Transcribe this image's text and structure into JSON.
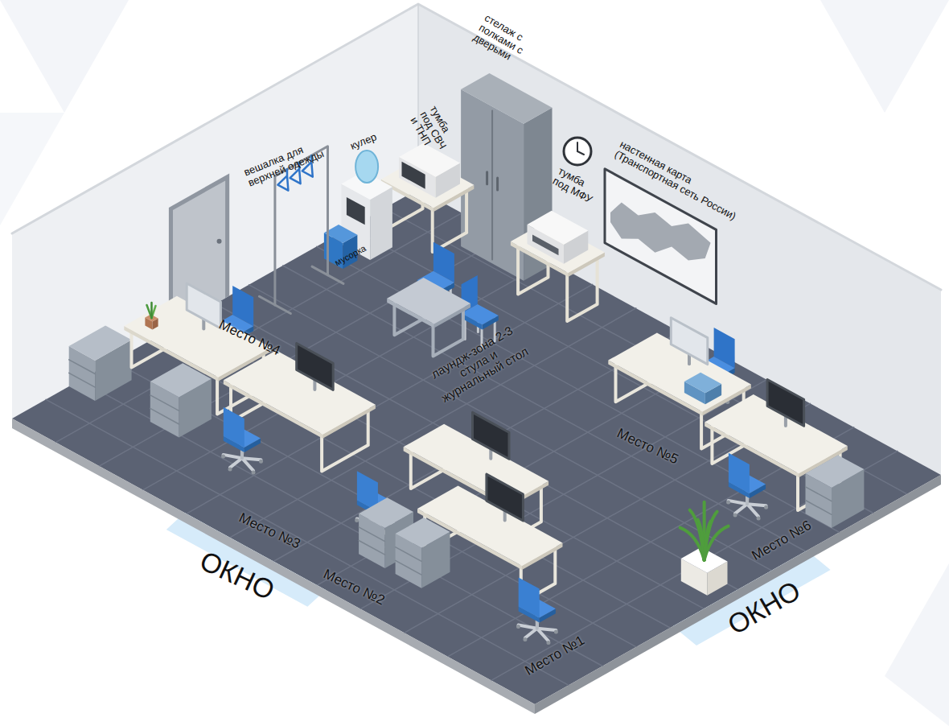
{
  "diagram": {
    "labels": [
      "вешалка для верхней одежды",
      "кулер",
      "мусорка",
      "тумба под СВЧ и ТНП",
      "стелаж с полками с дверьми",
      "тумба под МФУ",
      "настенная карта (Транспортная сеть России)",
      "лаундж-зона 2-3 стула и журнальный стол",
      "Место №4",
      "Место №3",
      "Место №2",
      "Место №1",
      "Место №5",
      "Место №6",
      "ОКНО",
      "ОКНО"
    ]
  }
}
